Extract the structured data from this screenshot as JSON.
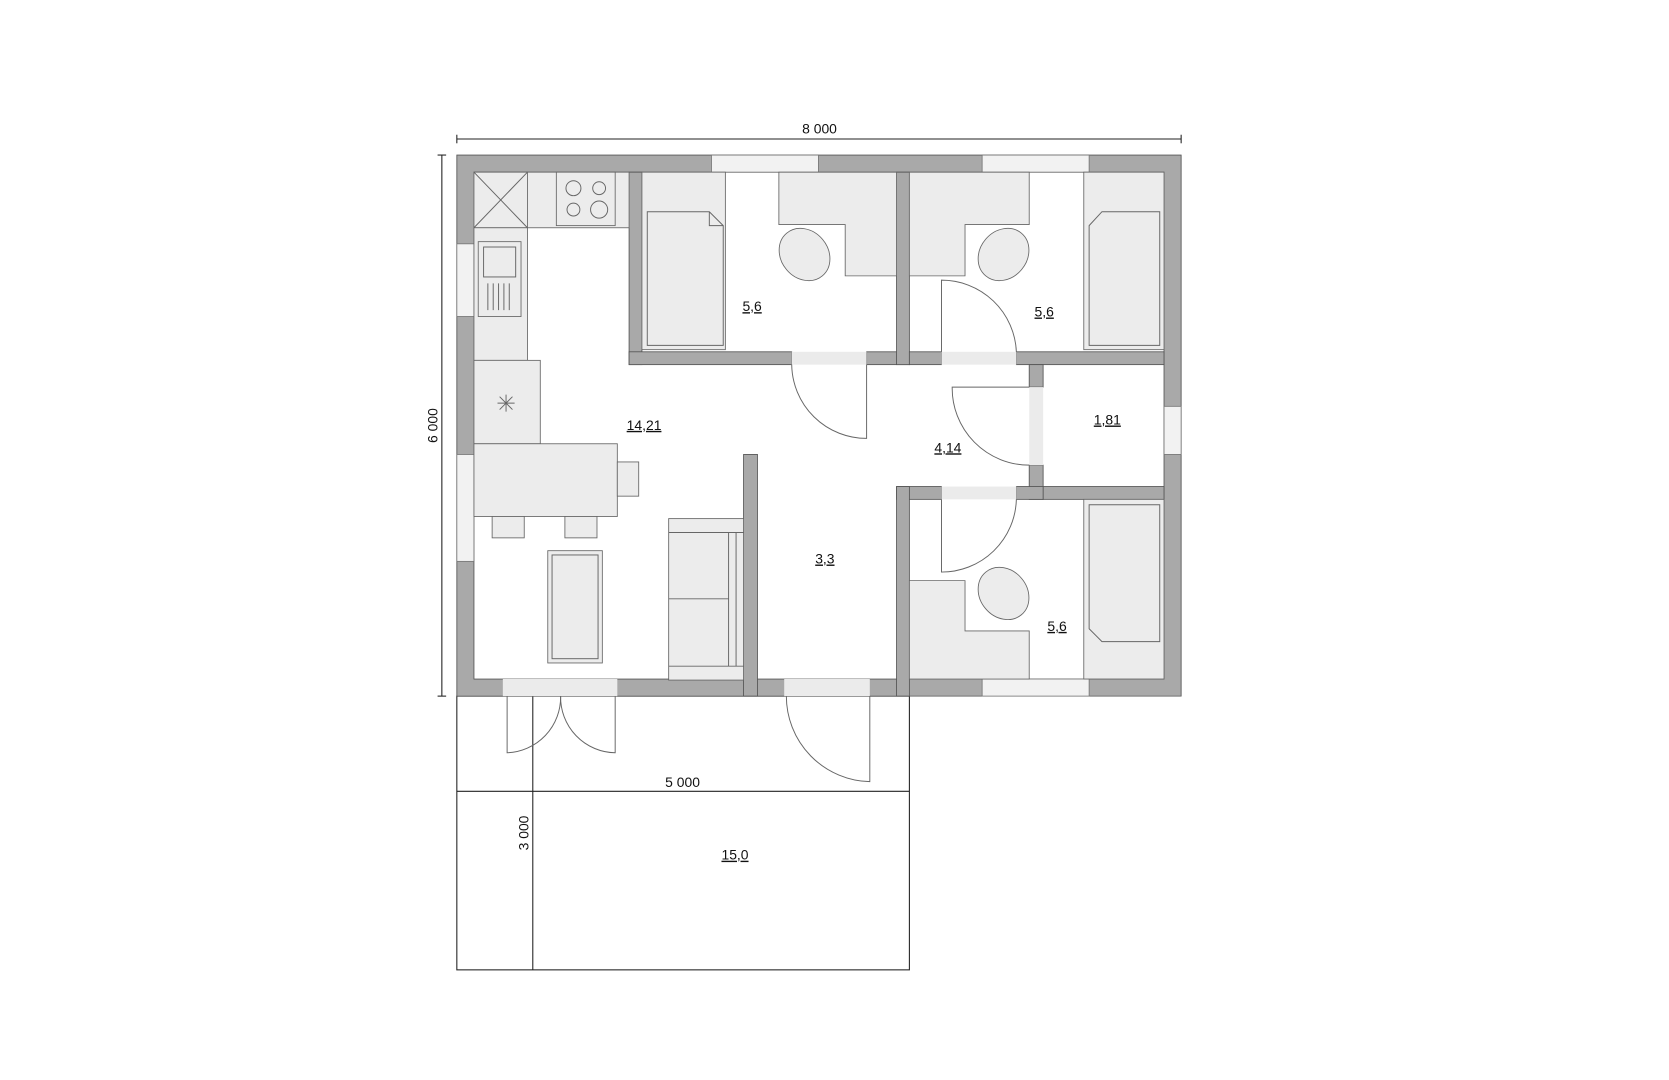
{
  "dimensions": {
    "total_width": "8 000",
    "total_depth": "6 000",
    "terrace_width": "5 000",
    "terrace_depth": "3 000"
  },
  "rooms": {
    "living_kitchen": "14,21",
    "bedroom_top_left": "5,6",
    "bedroom_top_right": "5,6",
    "bathroom": "1,81",
    "hall": "4,14",
    "corridor": "3,3",
    "bedroom_bottom_right": "5,6",
    "terrace": "15,0"
  }
}
